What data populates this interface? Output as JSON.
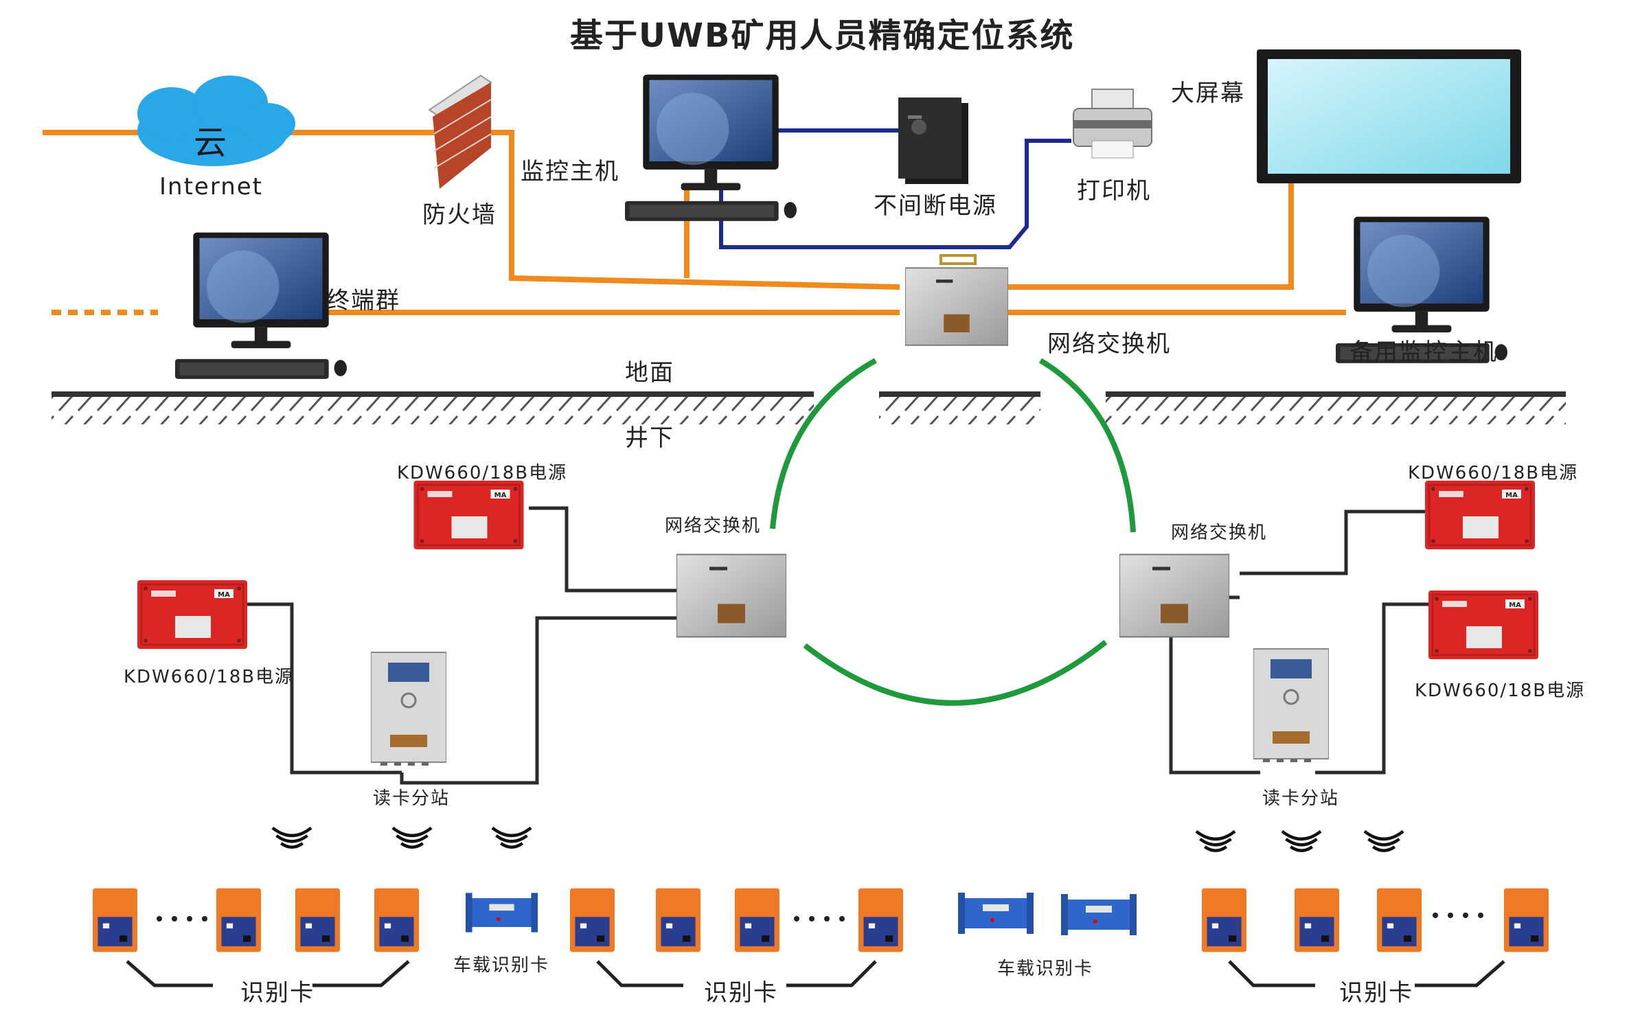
{
  "title": "基于UWB矿用人员精确定位系统",
  "surface": {
    "cloud": "云",
    "internet": "Internet",
    "firewall": "防火墙",
    "monitor_host": "监控主机",
    "ups": "不间断电源",
    "printer": "打印机",
    "big_screen": "大屏幕",
    "terminal_group": "终端群",
    "network_switch": "网络交换机",
    "backup_host": "备用监控主机",
    "ground": "地面",
    "underground": "井下"
  },
  "underground": {
    "switch_left": "网络交换机",
    "switch_right": "网络交换机",
    "psu_left_top": "KDW660/18B电源",
    "psu_left_bottom": "KDW660/18B电源",
    "psu_right_top": "KDW660/18B电源",
    "psu_right_bottom": "KDW660/18B电源",
    "reader_left": "读卡分站",
    "reader_right": "读卡分站",
    "vehicle_card_left": "车载识别卡",
    "vehicle_card_middle": "车载识别卡",
    "id_card_left": "识别卡",
    "id_card_middle": "识别卡",
    "id_card_right": "识别卡"
  },
  "colors": {
    "ethernet": "#f08a1c",
    "serial": "#1c2a8c",
    "ring": "#1e9a3c",
    "underground_cable": "#2b2b2b",
    "psu_red": "#dc2626",
    "card_orange": "#ee7a26",
    "card_blue": "#2563eb",
    "switch_gray": "#bdbdbd"
  }
}
